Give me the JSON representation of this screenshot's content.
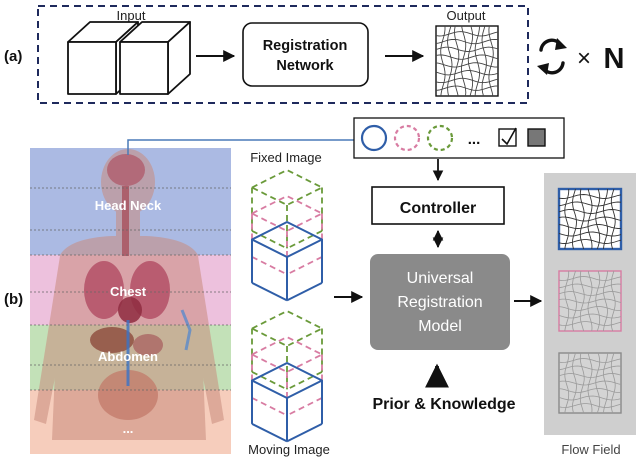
{
  "panel_a": {
    "label": "(a)",
    "input_label": "Input",
    "network_label_line1": "Registration",
    "network_label_line2": "Network",
    "output_label": "Output",
    "repeat_times": "×",
    "repeat_n": "N"
  },
  "panel_b": {
    "label": "(b)",
    "regions": [
      "Head Neck",
      "Chest",
      "Abdomen",
      "..."
    ],
    "task_tokens_ellipsis": "...",
    "fixed_image_label": "Fixed Image",
    "moving_image_label": "Moving Image",
    "controller_label": "Controller",
    "model_line1": "Universal",
    "model_line2": "Registration",
    "model_line3": "Model",
    "prior_label": "Prior & Knowledge",
    "flow_field_label": "Flow Field"
  },
  "colors": {
    "dashed_border": "#1f2a5c",
    "cube_blue": "#2f5ea8",
    "cube_pink": "#d87ca2",
    "cube_green": "#6a9a3a",
    "head_region": "#8fa3d9",
    "chest_region": "#e5a6cf",
    "abdomen_region": "#a9d49a",
    "pelvis_region": "#f2b8a0",
    "model_fill": "#8a8a8a",
    "flow_panel": "#cfcfcf"
  }
}
